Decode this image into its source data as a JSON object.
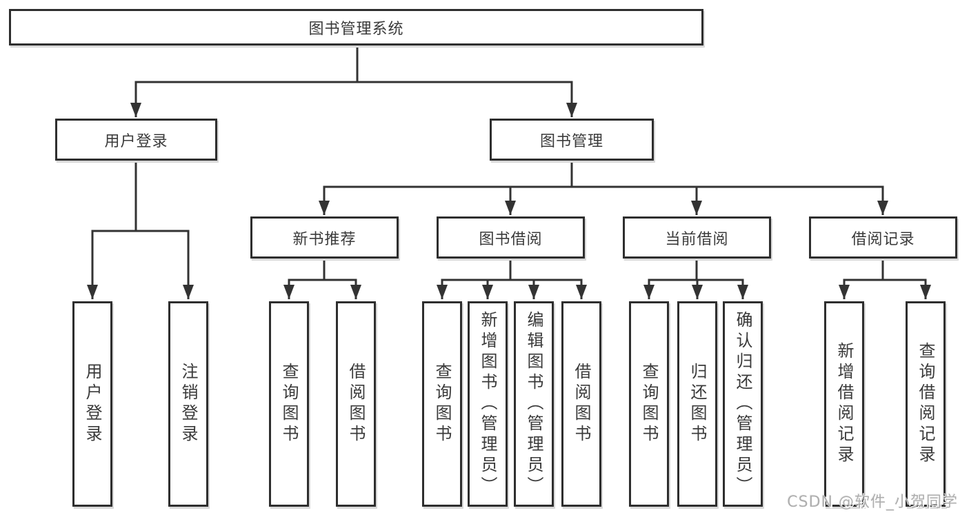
{
  "diagram": {
    "root": {
      "label": "图书管理系统"
    },
    "level2": {
      "user_login_module": {
        "label": "用户登录"
      },
      "book_mgmt_module": {
        "label": "图书管理"
      }
    },
    "level3": {
      "new_book_rec": {
        "label": "新书推荐"
      },
      "book_borrow": {
        "label": "图书借阅"
      },
      "current_borrow": {
        "label": "当前借阅"
      },
      "borrow_record": {
        "label": "借阅记录"
      }
    },
    "leaves": {
      "login": {
        "label": "用户登录"
      },
      "logout": {
        "label": "注销登录"
      },
      "nb_query": {
        "label": "查询图书"
      },
      "nb_borrow": {
        "label": "借阅图书"
      },
      "bw_query": {
        "label": "查询图书"
      },
      "bw_add": {
        "label": "新增图书（管理员）"
      },
      "bw_edit": {
        "label": "编辑图书（管理员）"
      },
      "bw_borrow": {
        "label": "借阅图书"
      },
      "cu_query": {
        "label": "查询图书"
      },
      "cu_return": {
        "label": "归还图书"
      },
      "cu_confirm": {
        "label": "确认归还（管理员）"
      },
      "rc_add": {
        "label": "新增借阅记录"
      },
      "rc_query": {
        "label": "查询借阅记录"
      }
    },
    "hierarchy": {
      "图书管理系统": {
        "用户登录": [
          "用户登录",
          "注销登录"
        ],
        "图书管理": {
          "新书推荐": [
            "查询图书",
            "借阅图书"
          ],
          "图书借阅": [
            "查询图书",
            "新增图书（管理员）",
            "编辑图书（管理员）",
            "借阅图书"
          ],
          "当前借阅": [
            "查询图书",
            "归还图书",
            "确认归还（管理员）"
          ],
          "借阅记录": [
            "新增借阅记录",
            "查询借阅记录"
          ]
        }
      }
    }
  },
  "watermark": {
    "text": "CSDN @软件_小贺同学"
  },
  "colors": {
    "line": "#333333",
    "box_border": "#2e2e2e",
    "text": "#3a3a3a",
    "watermark_text": "#aeaeae",
    "background": "#ffffff"
  }
}
